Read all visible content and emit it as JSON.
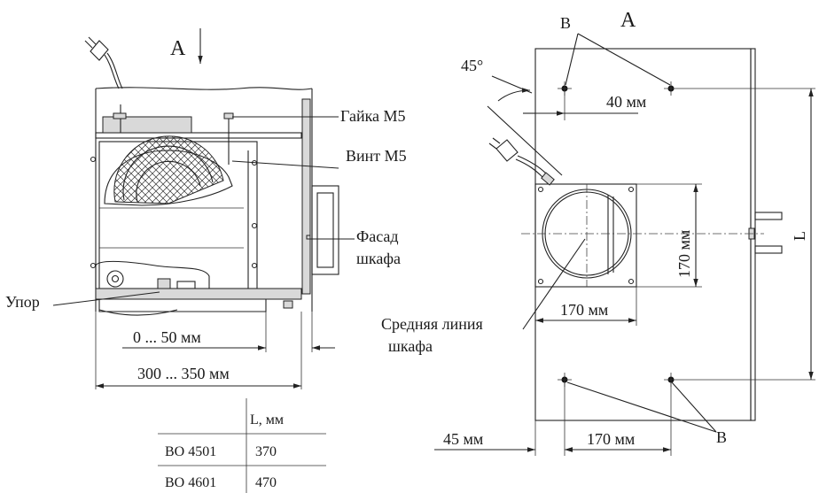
{
  "colors": {
    "line": "#222222",
    "background": "#ffffff",
    "fill": "#d9d9d9"
  },
  "side_view": {
    "view_label": "A",
    "labels": {
      "nut": "Гайка М5",
      "screw": "Винт М5",
      "facade_line1": "Фасад",
      "facade_line2": "шкафа",
      "stop": "Упор"
    },
    "dimensions": {
      "offset": "0 ... 50 мм",
      "depth": "300 ... 350 мм"
    }
  },
  "front_view": {
    "view_label": "A",
    "hole_label_top": "B",
    "hole_label_bottom": "B",
    "angle": "45°",
    "labels": {
      "midline_line1": "Средняя линия",
      "midline_line2": "шкафа"
    },
    "dimensions": {
      "hole_offset": "40 мм",
      "opening_height": "170 мм",
      "opening_width": "170 мм",
      "edge_offset": "45 мм",
      "hole_spacing": "170 мм",
      "length": "L"
    }
  },
  "table": {
    "header": [
      "",
      "L, мм"
    ],
    "rows": [
      [
        "BO 4501",
        "370"
      ],
      [
        "BO 4601",
        "470"
      ]
    ]
  }
}
